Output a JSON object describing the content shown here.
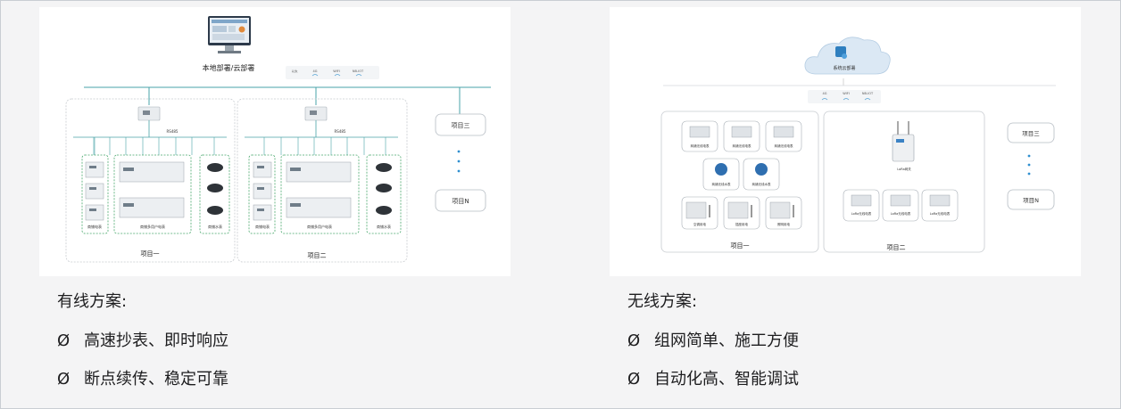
{
  "left": {
    "deploy_label": "本地部署/云部署",
    "network_labels": [
      "以太",
      "4G",
      "WIFI",
      "NB-IOT"
    ],
    "rs485_label": "RS485",
    "project3": "项目三",
    "projectN": "项目N",
    "group_labels": [
      "商铺电表",
      "商铺多用户电表",
      "商铺水表"
    ],
    "project_labels": [
      "项目一",
      "项目二"
    ],
    "heading": "有线方案:",
    "bullets": [
      "高速抄表、即时响应",
      "断点续传、稳定可靠"
    ],
    "bullet_mark": "Ø"
  },
  "right": {
    "cloud_label": "系统云部署",
    "network_labels": [
      "4G",
      "WIFI",
      "NB-IOT"
    ],
    "meter_labels": [
      "商铺无线电表",
      "商铺无线电表",
      "商铺无线电表"
    ],
    "water_labels": [
      "商铺无线水表",
      "商铺无线水表"
    ],
    "socket_labels": [
      "空调用电",
      "插座用电",
      "照明用电"
    ],
    "gateway_label": "LoRa网关",
    "lora_labels": [
      "LoRa无线电表",
      "LoRa无线电表",
      "LoRa无线电表"
    ],
    "project3": "项目三",
    "projectN": "项目N",
    "project_labels": [
      "项目一",
      "项目二"
    ],
    "heading": "无线方案:",
    "bullets": [
      "组网简单、施工方便",
      "自动化高、智能调试"
    ],
    "bullet_mark": "Ø"
  }
}
